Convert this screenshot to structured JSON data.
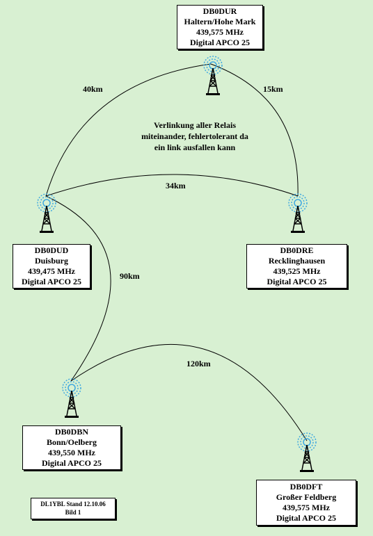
{
  "diagram": {
    "nodes": [
      {
        "id": "dur",
        "lines": [
          "DB0DUR",
          "Haltern/Hohe Mark",
          "439,575 MHz",
          "Digital APCO 25"
        ]
      },
      {
        "id": "dud",
        "lines": [
          "DB0DUD",
          "Duisburg",
          "439,475 MHz",
          "Digital APCO 25"
        ]
      },
      {
        "id": "dre",
        "lines": [
          "DB0DRE",
          "Recklinghausen",
          "439,525 MHz",
          "Digital APCO 25"
        ]
      },
      {
        "id": "dbn",
        "lines": [
          "DB0DBN",
          "Bonn/Oelberg",
          "439,550 MHz",
          "Digital APCO 25"
        ]
      },
      {
        "id": "dft",
        "lines": [
          "DB0DFT",
          "Großer Feldberg",
          "439,575 MHz",
          "Digital APCO 25"
        ]
      }
    ],
    "links": [
      {
        "from": "dud",
        "to": "dur",
        "label": "40km"
      },
      {
        "from": "dur",
        "to": "dre",
        "label": "15km"
      },
      {
        "from": "dud",
        "to": "dre",
        "label": "34km"
      },
      {
        "from": "dud",
        "to": "dbn",
        "label": "90km"
      },
      {
        "from": "dbn",
        "to": "dft",
        "label": "120km"
      }
    ],
    "description": [
      "Verlinkung aller Relais",
      "miteinander, fehlertolerant da",
      "ein link ausfallen kann"
    ],
    "credit": [
      "DL1YBL  Stand 12.10.06",
      "Bild 1"
    ]
  },
  "colors": {
    "background": "#d8f0d2",
    "box": "#ffffff",
    "tower": "#000000",
    "signal": "#3fa8e0"
  }
}
